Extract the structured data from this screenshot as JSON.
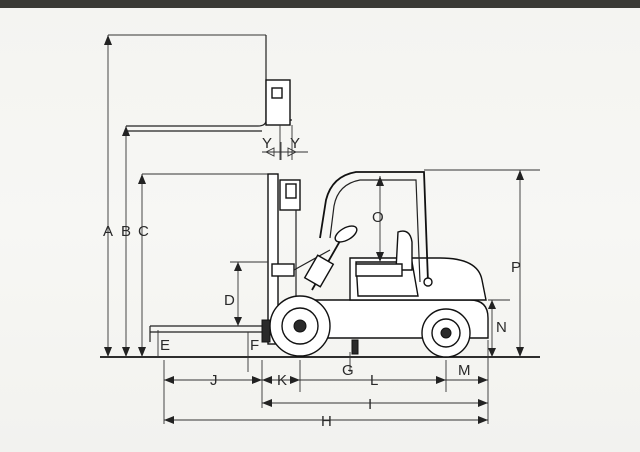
{
  "dimension_labels": {
    "A": "A",
    "B": "B",
    "C": "C",
    "D": "D",
    "E": "E",
    "F": "F",
    "G": "G",
    "H": "H",
    "I": "I",
    "J": "J",
    "K": "K",
    "L": "L",
    "M": "M",
    "N": "N",
    "O": "O",
    "P": "P",
    "Y1": "Y",
    "Y2": "Y"
  }
}
